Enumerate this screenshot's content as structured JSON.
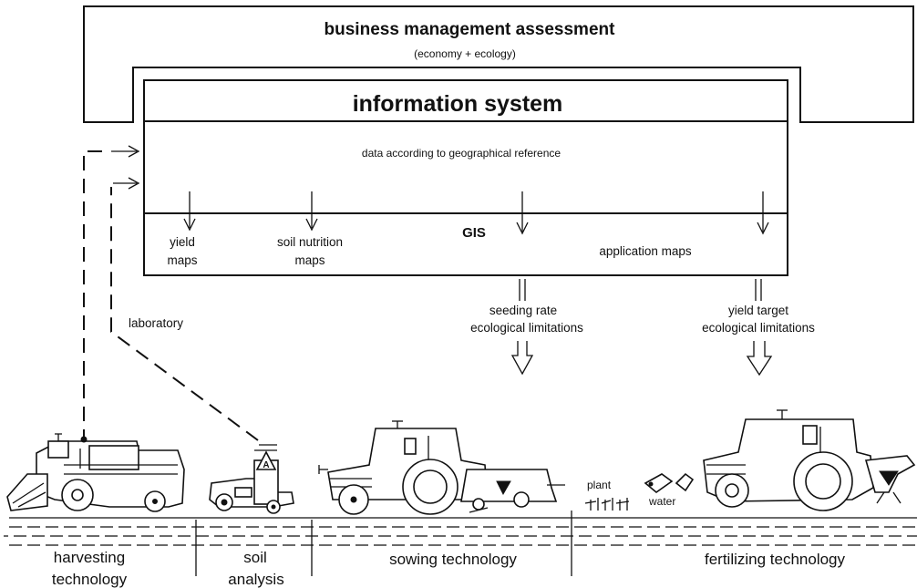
{
  "header": {
    "title": "business management assessment",
    "subtitle": "(economy + ecology)"
  },
  "info_system": {
    "title": "information system",
    "geo_reference": "data according to geographical reference",
    "gis": "GIS",
    "yield_maps_1": "yield",
    "yield_maps_2": "maps",
    "soil_maps_1": "soil nutrition",
    "soil_maps_2": "maps",
    "application_maps": "application maps"
  },
  "flows": {
    "laboratory": "laboratory",
    "seeding_1": "seeding rate",
    "seeding_2": "ecological limitations",
    "yield_target_1": "yield target",
    "yield_target_2": "ecological limitations",
    "plant": "plant",
    "water": "water"
  },
  "sections": {
    "harvesting_1": "harvesting",
    "harvesting_2": "technology",
    "soil_1": "soil",
    "soil_2": "analysis",
    "sowing": "sowing technology",
    "fertilizing": "fertilizing technology"
  }
}
